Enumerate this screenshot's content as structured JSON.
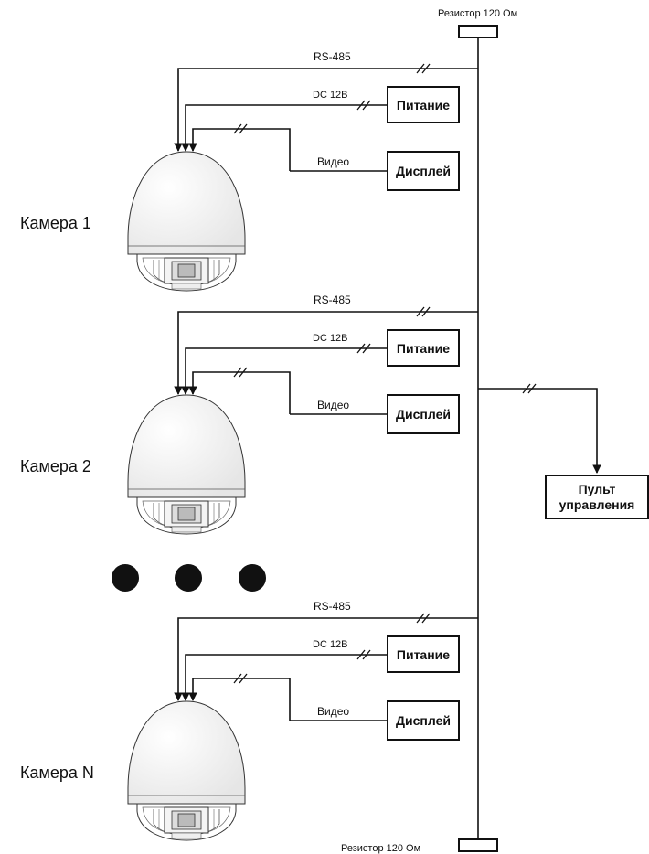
{
  "resistor_label": "Резистор 120 Ом",
  "bus_label": "RS-485",
  "power_line_label": "DC 12В",
  "video_line_label": "Видео",
  "power_box_label": "Питание",
  "display_box_label": "Дисплей",
  "control_panel": {
    "line1": "Пульт",
    "line2": "управления"
  },
  "cameras": [
    {
      "label": "Камера 1"
    },
    {
      "label": "Камера 2"
    },
    {
      "label": "Камера N"
    }
  ]
}
